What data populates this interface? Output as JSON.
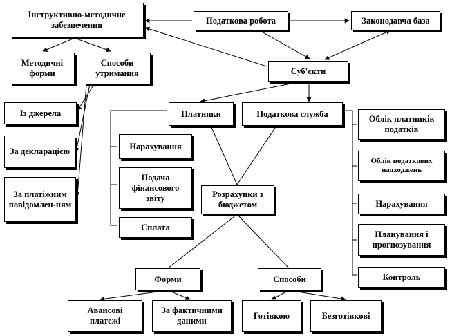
{
  "boxes": {
    "instructional": "Інструктивно-методичне забезпечення",
    "tax_work": "Податкова робота",
    "legislative": "Законодавча база",
    "method_forms": "Методичні форми",
    "obtain_methods": "Способи утримання",
    "subjects": "Суб'єкти",
    "from_source": "Із джерела",
    "by_declaration": "За декларацією",
    "by_notice": "За платіжним повідомлен-ням",
    "payers": "Платники",
    "tax_service": "Податкова служба",
    "accrual": "Нарахування",
    "financial_report": "Подача фінансового звіту",
    "payment": "Сплата",
    "budget_settlements": "Розрахунки з бюджетом",
    "payer_registry": "Облік платників податків",
    "receipts_registry": "Облік податкових надходжень",
    "accrual_service": "Нарахування",
    "planning": "Планування і прогнозування",
    "control": "Контроль",
    "forms": "Форми",
    "ways": "Способи",
    "advance_payments": "Авансові платежі",
    "actual_data": "За фактичними даними",
    "cash": "Готівкою",
    "cashless": "Безготівкові"
  },
  "colors": {
    "border": "#000000",
    "shadow": "#000000",
    "background": "#ffffff"
  }
}
